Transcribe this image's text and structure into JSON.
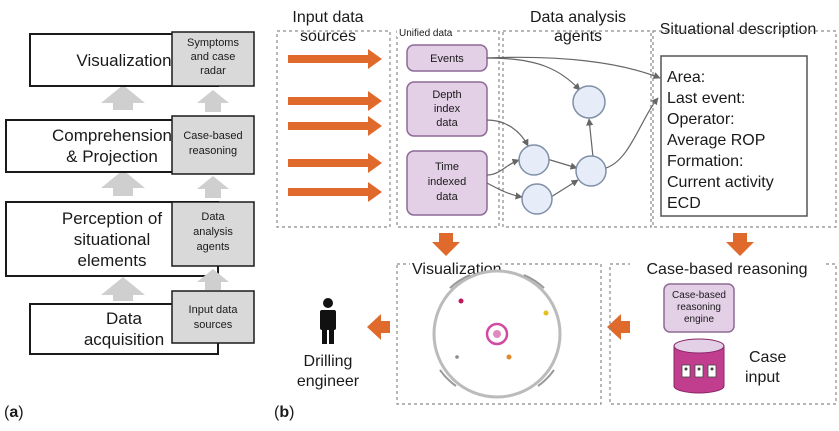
{
  "panel_a": {
    "label_prefix": "(",
    "label_letter": "a",
    "label_suffix": ")",
    "left_boxes": [
      {
        "lines": [
          "Visualization"
        ]
      },
      {
        "lines": [
          "Comprehension",
          "& Projection"
        ]
      },
      {
        "lines": [
          "Perception of",
          "situational",
          "elements"
        ]
      },
      {
        "lines": [
          "Data",
          "acquisition"
        ]
      }
    ],
    "right_boxes": [
      {
        "lines": [
          "Symptoms",
          "and case",
          "radar"
        ]
      },
      {
        "lines": [
          "Case-based",
          "reasoning"
        ]
      },
      {
        "lines": [
          "Data",
          "analysis",
          "agents"
        ]
      },
      {
        "lines": [
          "Input data",
          "sources"
        ]
      }
    ]
  },
  "panel_b": {
    "label_prefix": "(",
    "label_letter": "b",
    "label_suffix": ")",
    "input_title": [
      "Input data",
      "sources"
    ],
    "unified_title": "Unified data",
    "unified_items": [
      {
        "lines": [
          "Events"
        ]
      },
      {
        "lines": [
          "Depth",
          "index",
          "data"
        ]
      },
      {
        "lines": [
          "Time",
          "indexed",
          "data"
        ]
      }
    ],
    "agents_title": [
      "Data analysis",
      "agents"
    ],
    "situation_title": "Situational description",
    "situation_lines": [
      "Area:",
      "Last event:",
      "Operator:",
      "Average ROP",
      "Formation:",
      "Current activity",
      "ECD"
    ],
    "visualization_title": "Visualization",
    "cbr_title": "Case-based reasoning",
    "cbr_engine": [
      "Case-based",
      "reasoning",
      "engine"
    ],
    "case_input": [
      "Case",
      "input"
    ],
    "engineer": [
      "Drilling",
      "engineer"
    ]
  },
  "colors": {
    "box_fill": "#e3cfe6",
    "box_stroke": "#8e6a96",
    "arrow_orange": "#e06a2c",
    "arrow_gray": "#cfcfcf",
    "gray_box": "#d9d9d9",
    "node_fill": "#e6edf8",
    "node_stroke": "#7f8fa6",
    "dashed": "#8a8a8a",
    "db_fill": "#c13e8e"
  }
}
